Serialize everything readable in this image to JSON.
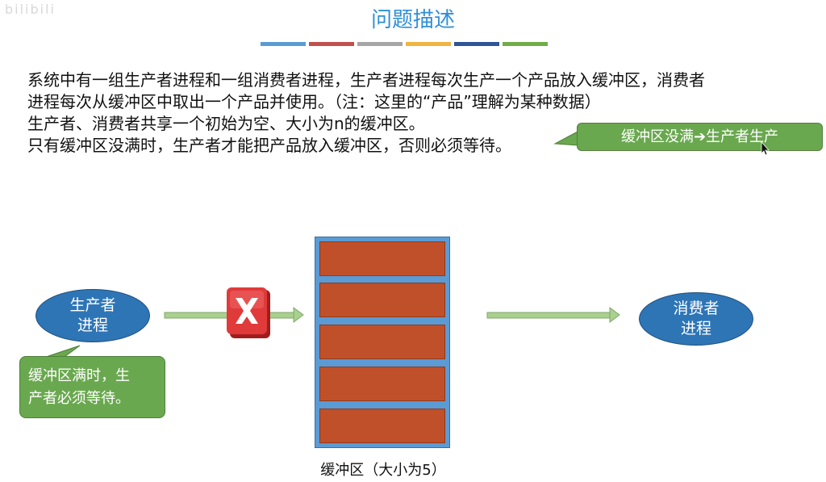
{
  "watermark": "bilibili",
  "title": "问题描述",
  "color_bars": [
    "#5b9bd5",
    "#c0504d",
    "#a5a5a5",
    "#f0b440",
    "#2f5597",
    "#70ad47"
  ],
  "description": [
    "系统中有一组生产者进程和一组消费者进程，生产者进程每次生产一个产品放入缓冲区，消费者",
    "进程每次从缓冲区中取出一个产品并使用。（注：这里的“产品”理解为某种数据）",
    "生产者、消费者共享一个初始为空、大小为n的缓冲区。",
    "只有缓冲区没满时，生产者才能把产品放入缓冲区，否则必须等待。"
  ],
  "callout_top": "缓冲区没满➔生产者生产",
  "producer": [
    "生产者",
    "进程"
  ],
  "consumer": [
    "消费者",
    "进程"
  ],
  "callout_bottom": [
    "缓冲区满时，生",
    "产者必须等待。"
  ],
  "buffer_label": "缓冲区（大小为5）",
  "buffer_slots": 5,
  "icons": {
    "blocked": "red-x-icon",
    "cursor": "mouse-cursor-icon"
  },
  "colors": {
    "title": "#2f8fd8",
    "ellipse": "#2e75b6",
    "callout": "#6aa84f",
    "slot": "#c0502a",
    "buffer_frame": "#5b9bd5",
    "arrow": "#a9d08e"
  }
}
